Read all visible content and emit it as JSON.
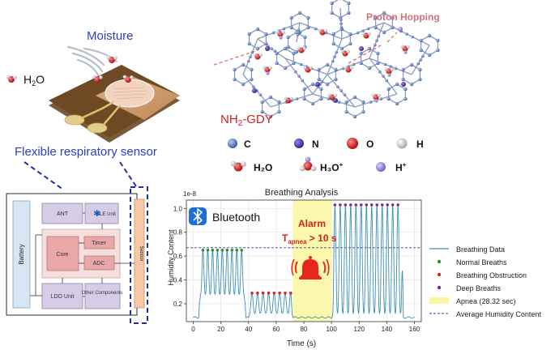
{
  "sensor_panel": {
    "moisture_label": "Moisture",
    "h2o_label": "H",
    "h2o_sub": "2",
    "h2o_tail": "O",
    "caption": "Flexible respiratory sensor"
  },
  "material_panel": {
    "proton_hopping_label": "Proton Hopping",
    "gdy_label": "NH",
    "gdy_sub": "2",
    "gdy_tail": "-GDY",
    "legend": [
      {
        "symbol": "C",
        "color": "#5b7fc4"
      },
      {
        "symbol": "N",
        "color": "#5a3fb0"
      },
      {
        "symbol": "O",
        "color": "#d61e1e"
      },
      {
        "symbol": "H",
        "color": "#e6e6e6"
      }
    ],
    "legend_mol": {
      "h2o": "H₂O",
      "h3o_base": "H₃O",
      "h3o_sup": "+",
      "hplus_base": "H",
      "hplus_sup": "+"
    }
  },
  "circuit": {
    "battery": "Battery",
    "ant": "ANT",
    "ble": "BLE Unit",
    "core": "Core",
    "timer": "Timer",
    "adc": "ADC",
    "ldo": "LDO Unit",
    "other": "Other Components",
    "sensor": "Sensor"
  },
  "chart_data": {
    "type": "line",
    "title": "Breathing Analysis",
    "xlabel": "Time (s)",
    "ylabel": "Humidity Content",
    "scale_label": "1e-8",
    "xlim": [
      -5,
      165
    ],
    "ylim": [
      0.05,
      1.07
    ],
    "xticks": [
      0,
      20,
      40,
      60,
      80,
      100,
      120,
      140,
      160
    ],
    "yticks": [
      0.2,
      0.4,
      0.6,
      0.8,
      1.0
    ],
    "xtick_labels": [
      "0",
      "20",
      "40",
      "60",
      "80",
      "100",
      "120",
      "140",
      "160"
    ],
    "ytick_labels": [
      "0.2",
      "0.4",
      "0.6",
      "0.8",
      "1.0"
    ],
    "grid": true,
    "average_humidity": 0.67,
    "apnea_span": [
      72,
      100.3
    ],
    "bluetooth_label": "Bluetooth",
    "alarm_label": "Alarm",
    "alarm_condition_base": "T",
    "alarm_condition_sub": "apnea",
    "alarm_condition_tail": " > 10 s",
    "segments": [
      {
        "kind": "normal",
        "color": "#2e8b3a",
        "start": 4,
        "end": 38,
        "peak": 0.65,
        "trough": 0.28,
        "breath_times": [
          7.0,
          10.5,
          14.0,
          17.5,
          21.0,
          24.5,
          28.0,
          31.5,
          35.0
        ]
      },
      {
        "kind": "obstruction",
        "color": "#d62728",
        "start": 40,
        "end": 72,
        "peak": 0.29,
        "trough": 0.12,
        "breath_times": [
          42.5,
          46.5,
          50.5,
          54.5,
          58.5,
          62.5,
          66.5,
          70.5
        ]
      },
      {
        "kind": "deep",
        "color": "#7b2d8e",
        "start": 100.3,
        "end": 152,
        "peak": 1.03,
        "trough": 0.12,
        "breath_times": [
          102.5,
          106.3,
          110.1,
          113.9,
          117.7,
          121.5,
          125.3,
          129.1,
          132.9,
          136.7,
          140.5,
          144.3,
          148.1
        ]
      }
    ],
    "baseline_level": 0.085,
    "legend": [
      {
        "label": "Breathing Data",
        "marker": "line",
        "color": "#3d8fb5"
      },
      {
        "label": "Normal Breaths",
        "marker": "dot",
        "color": "#2e8b3a"
      },
      {
        "label": "Breathing Obstruction",
        "marker": "dot",
        "color": "#d62728"
      },
      {
        "label": "Deep Breaths",
        "marker": "dot",
        "color": "#7b2d8e"
      },
      {
        "label": "Apnea (28.32 sec)",
        "marker": "patch",
        "color": "#fbf6a3"
      },
      {
        "label": "Average Humidity Content",
        "marker": "dash",
        "color": "#2f3d8c"
      }
    ]
  }
}
